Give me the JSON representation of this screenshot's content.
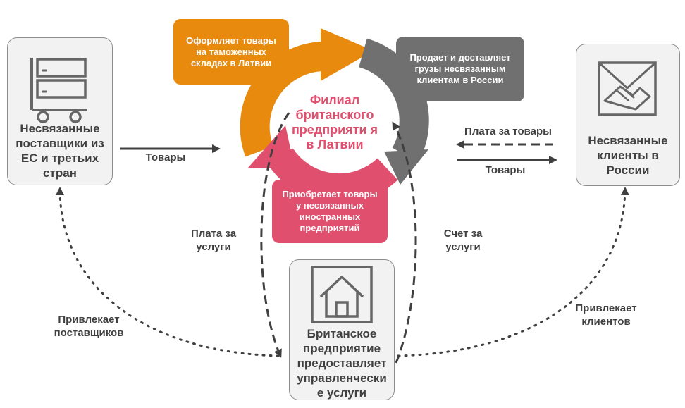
{
  "colors": {
    "orange": "#e88a0e",
    "gray": "#707070",
    "red": "#e0506e",
    "text": "#404040",
    "box_fill": "#f2f2f2",
    "box_border": "#8c8c8c"
  },
  "icons": [
    "warehouse-shelves-icon",
    "handshake-icon",
    "house-icon"
  ],
  "suppliers": {
    "label": "Несвязанные поставщики из ЕС и третьих стран"
  },
  "clients": {
    "label": "Несвязанные клиенты в России"
  },
  "uk_company": {
    "label": "Британское предприятие предоставляет управленчески е услуги"
  },
  "branch": {
    "label": "Филиал британского предприяти я в Латвии"
  },
  "callouts": {
    "customs": "Оформляет товары на таможенных складах в Латвии",
    "sells": "Продает и доставляет грузы несвязанным клиентам в России",
    "buys": "Приобретает товары у несвязанных иностранных предприятий"
  },
  "flows": {
    "goods_in": "Товары",
    "payment_goods": "Плата за товары",
    "goods_out": "Товары",
    "payment_services": "Плата за услуги",
    "invoice_services": "Счет за услуги",
    "attracts_suppliers": "Привлекает поставщиков",
    "attracts_clients": "Привлекает клиентов"
  }
}
